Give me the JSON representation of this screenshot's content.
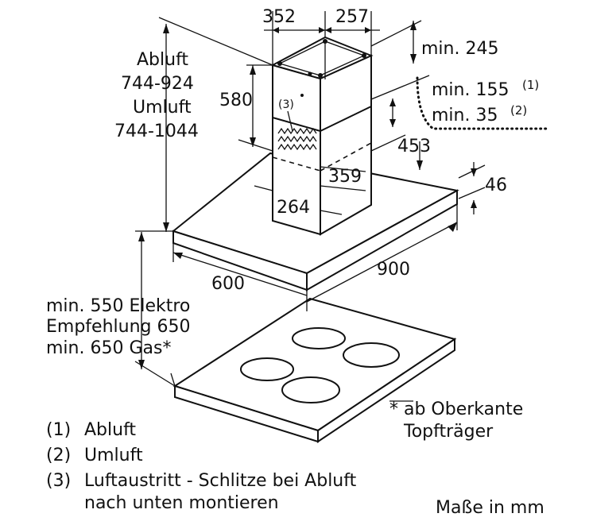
{
  "dimensions": {
    "chimney_width": "352",
    "chimney_depth": "257",
    "chimney_height": "580",
    "min_top": "min. 245",
    "min_exhaust": "min. 155",
    "min_exhaust_ref": "(1)",
    "min_recirc": "min. 35",
    "min_recirc_ref": "(2)",
    "offset_453": "453",
    "inner_359": "359",
    "inner_264": "264",
    "thickness": "46",
    "depth_600": "600",
    "width_900": "900",
    "slot_ref": "(3)"
  },
  "height_ranges": {
    "exhaust_label": "Abluft",
    "exhaust_range": "744-924",
    "recirc_label": "Umluft",
    "recirc_range": "744-1044"
  },
  "clearance": {
    "electric": "min. 550 Elektro",
    "recommended": "Empfehlung 650",
    "gas": "min. 650 Gas*"
  },
  "footnote": {
    "line1": "* ab Oberkante",
    "line2": "Topfträger"
  },
  "legend": [
    {
      "num": "(1)",
      "text": "Abluft"
    },
    {
      "num": "(2)",
      "text": "Umluft"
    },
    {
      "num": "(3)",
      "text": "Luftaustritt - Schlitze bei Abluft"
    },
    {
      "num": "",
      "text": "nach unten montieren"
    }
  ],
  "units_note": "Maße in mm"
}
